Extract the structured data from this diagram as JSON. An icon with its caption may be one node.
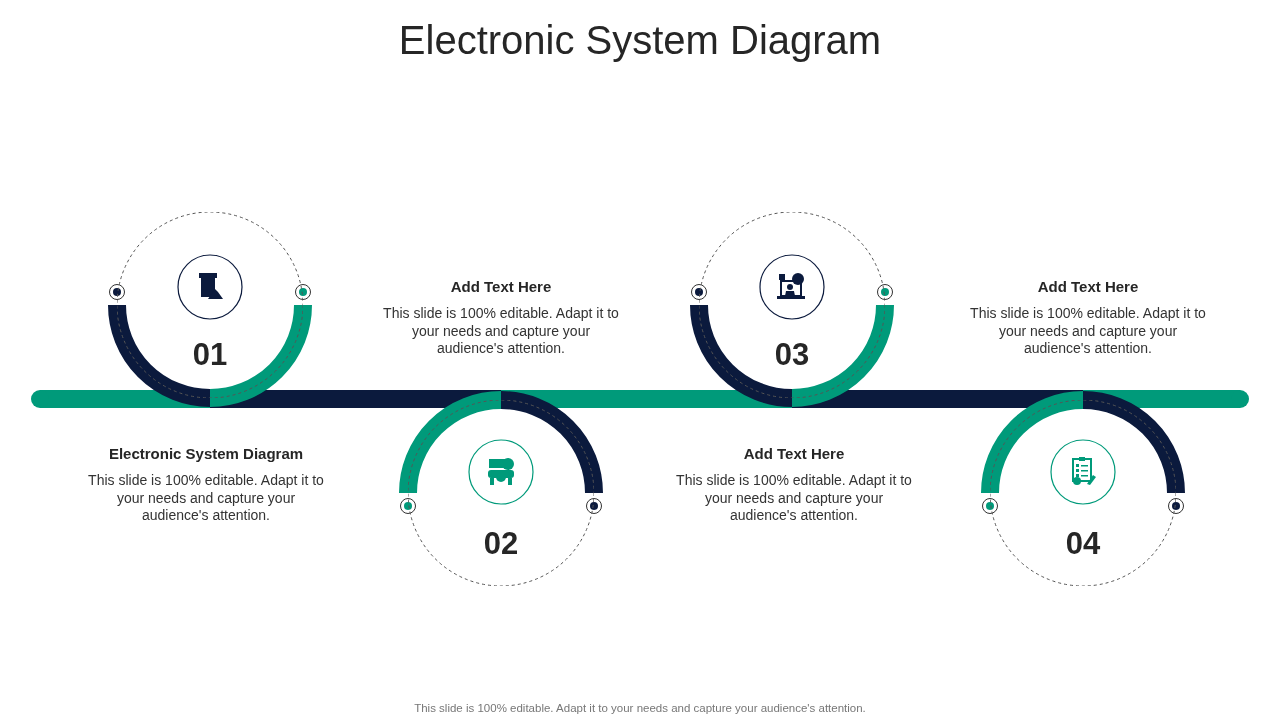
{
  "diagram": {
    "title": "Electronic System Diagram",
    "nodes": [
      {
        "text": [
          "01"
        ]
      },
      {
        "text": [
          "02"
        ]
      },
      {
        "text": [
          "03"
        ]
      },
      {
        "text": [
          "04"
        ]
      }
    ],
    "labels": [
      "Add Text Here",
      "This slide is 100% editable. Adapt it to your needs and capture your audience's attention.",
      "Add Text Here",
      "This slide is 100% editable. Adapt it to your needs and capture your audience's attention.",
      "Electronic System Diagram",
      "This slide is 100% editable. Adapt it to your needs and capture your audience's attention.",
      "Add Text Here",
      "This slide is 100% editable. Adapt it to your needs and capture your audience's attention."
    ],
    "caption": "This slide is 100% editable. Adapt it to your needs and capture your audience's attention."
  }
}
